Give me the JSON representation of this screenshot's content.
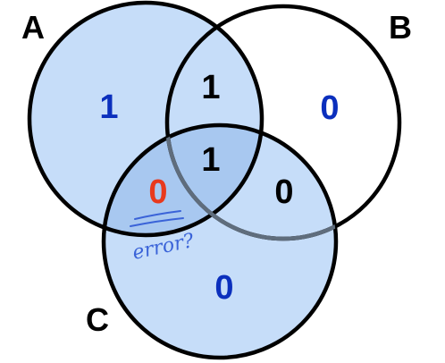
{
  "colors": {
    "fill_light": "#c6ddf9",
    "fill_medium": "#a8c8f0",
    "outline": "#000000",
    "overlay_outline": "#5f6d7d",
    "count_blue": "#0b2fbd",
    "count_black": "#000000",
    "count_red": "#e8391d",
    "annotation_blue": "#3a63d8"
  },
  "sets": {
    "A": {
      "label": "A"
    },
    "B": {
      "label": "B"
    },
    "C": {
      "label": "C"
    }
  },
  "regions": {
    "a_only": {
      "value": "1",
      "color": "count_blue"
    },
    "b_only": {
      "value": "0",
      "color": "count_blue"
    },
    "c_only": {
      "value": "0",
      "color": "count_blue"
    },
    "ab_only": {
      "value": "1",
      "color": "count_black"
    },
    "abc": {
      "value": "1",
      "color": "count_black"
    },
    "bc_only": {
      "value": "0",
      "color": "count_black"
    },
    "ac_only": {
      "value": "0",
      "color": "count_red"
    }
  },
  "annotation": {
    "text": "error?",
    "style": "handwritten"
  }
}
